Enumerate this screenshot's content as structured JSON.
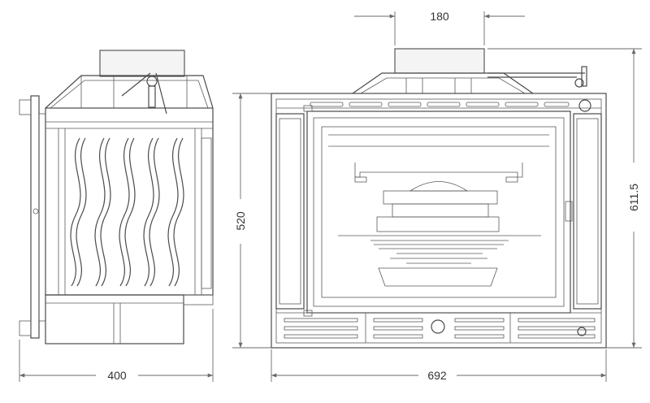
{
  "dimensions": {
    "side_depth": "400",
    "front_width": "692",
    "top_flue": "180",
    "opening_height": "520",
    "total_height": "611.5"
  },
  "colors": {
    "line": "#4a4a4a",
    "dimension": "#6a6a6a",
    "text": "#333333"
  }
}
